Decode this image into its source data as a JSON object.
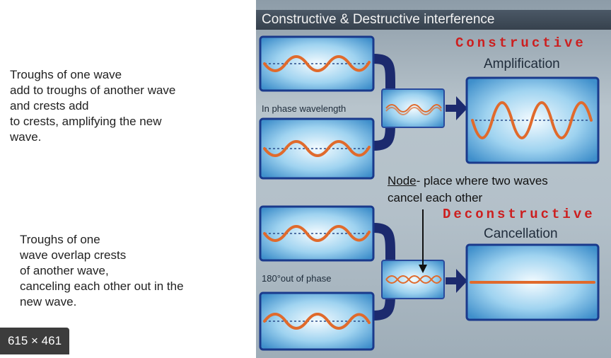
{
  "left_texts": {
    "constructive": [
      "Troughs of one wave",
      "add to troughs of another wave",
      "and crests add",
      "to crests, amplifying the new",
      "wave."
    ],
    "destructive": [
      "Troughs of one",
      "wave overlap crests",
      "of another wave,",
      "canceling each other out in the",
      "new wave."
    ]
  },
  "badge": "615 × 461",
  "diagram": {
    "title": "Constructive & Destructive interference",
    "constructive_label": "Constructive",
    "constructive_sub": "Amplification",
    "in_phase_label": "In phase wavelength",
    "node_word": "Node",
    "node_rest": "- place where two waves",
    "node_line2": "cancel each other",
    "destructive_label": "Deconstructive",
    "destructive_sub": "Cancellation",
    "out_of_phase_label": "180°out of phase"
  },
  "colors": {
    "wave": "#e06a2c",
    "box_border": "#1a3a8c",
    "connector": "#1c2a6e"
  }
}
